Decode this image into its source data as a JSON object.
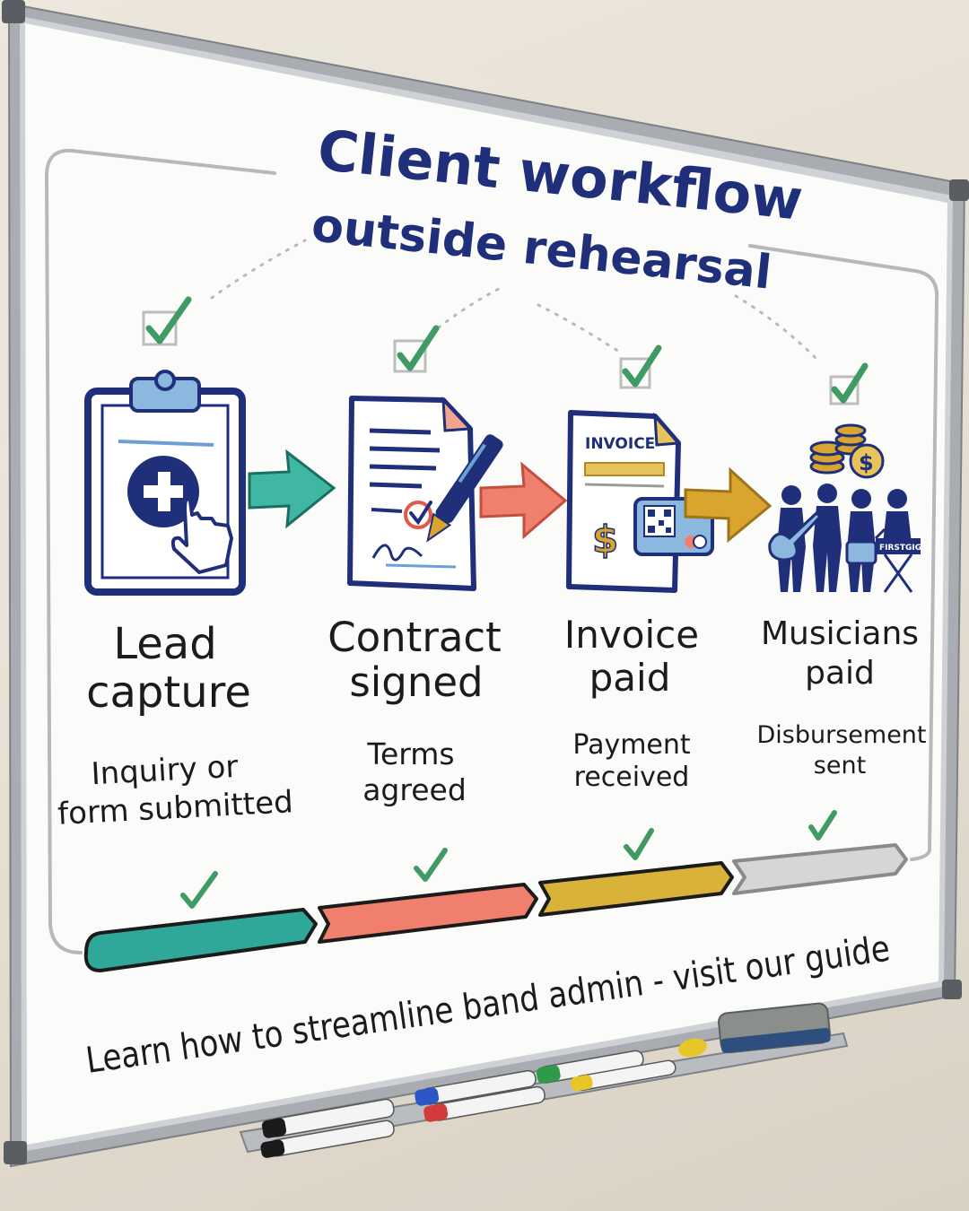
{
  "board": {
    "title_line1": "Client workflow",
    "title_line2": "outside rehearsal",
    "footer": "Learn how to streamline band admin - visit our guide"
  },
  "steps": [
    {
      "label_line1": "Lead",
      "label_line2": "capture",
      "desc_line1": "Inquiry or",
      "desc_line2": "form submitted",
      "icon": "clipboard-plus-icon"
    },
    {
      "label_line1": "Contract",
      "label_line2": "signed",
      "desc_line1": "Terms",
      "desc_line2": "agreed",
      "icon": "contract-pen-icon"
    },
    {
      "label_line1": "Invoice",
      "label_line2": "paid",
      "desc_line1": "Payment",
      "desc_line2": "received",
      "icon": "invoice-card-icon"
    },
    {
      "label_line1": "Musicians",
      "label_line2": "paid",
      "desc_line1": "Disbursement",
      "desc_line2": "sent",
      "icon": "band-coins-icon"
    }
  ],
  "invoice_doc_label": "INVOICE",
  "keyboard_label": "FIRSTGIG",
  "progress_colors": [
    "#2fa89a",
    "#f07f6e",
    "#d9b23a",
    "#cfcfcf"
  ],
  "arrow_colors": [
    "#3fb7a3",
    "#f07f6e",
    "#d9a52e"
  ],
  "colors": {
    "ink_blue": "#1f2f7a",
    "check_green": "#3f9a64",
    "text_dark": "#1b1b1b"
  }
}
